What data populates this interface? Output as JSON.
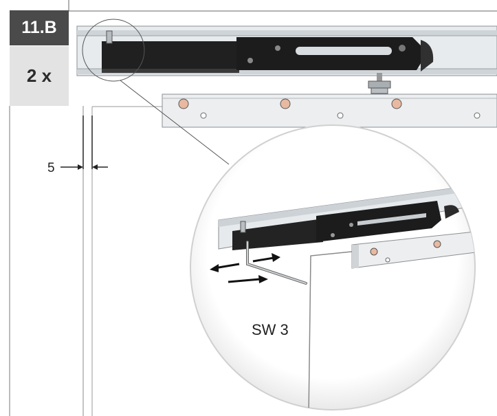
{
  "step": {
    "number": "11.B",
    "quantity": "2 x"
  },
  "dimension": {
    "value": "5"
  },
  "tool": {
    "label": "SW 3"
  },
  "colors": {
    "badge_dark": "#4a4a4a",
    "badge_light": "#e3e3e3",
    "rail": "#d9dde0",
    "damper_body": "#1f1f1f",
    "outline": "#555555"
  }
}
